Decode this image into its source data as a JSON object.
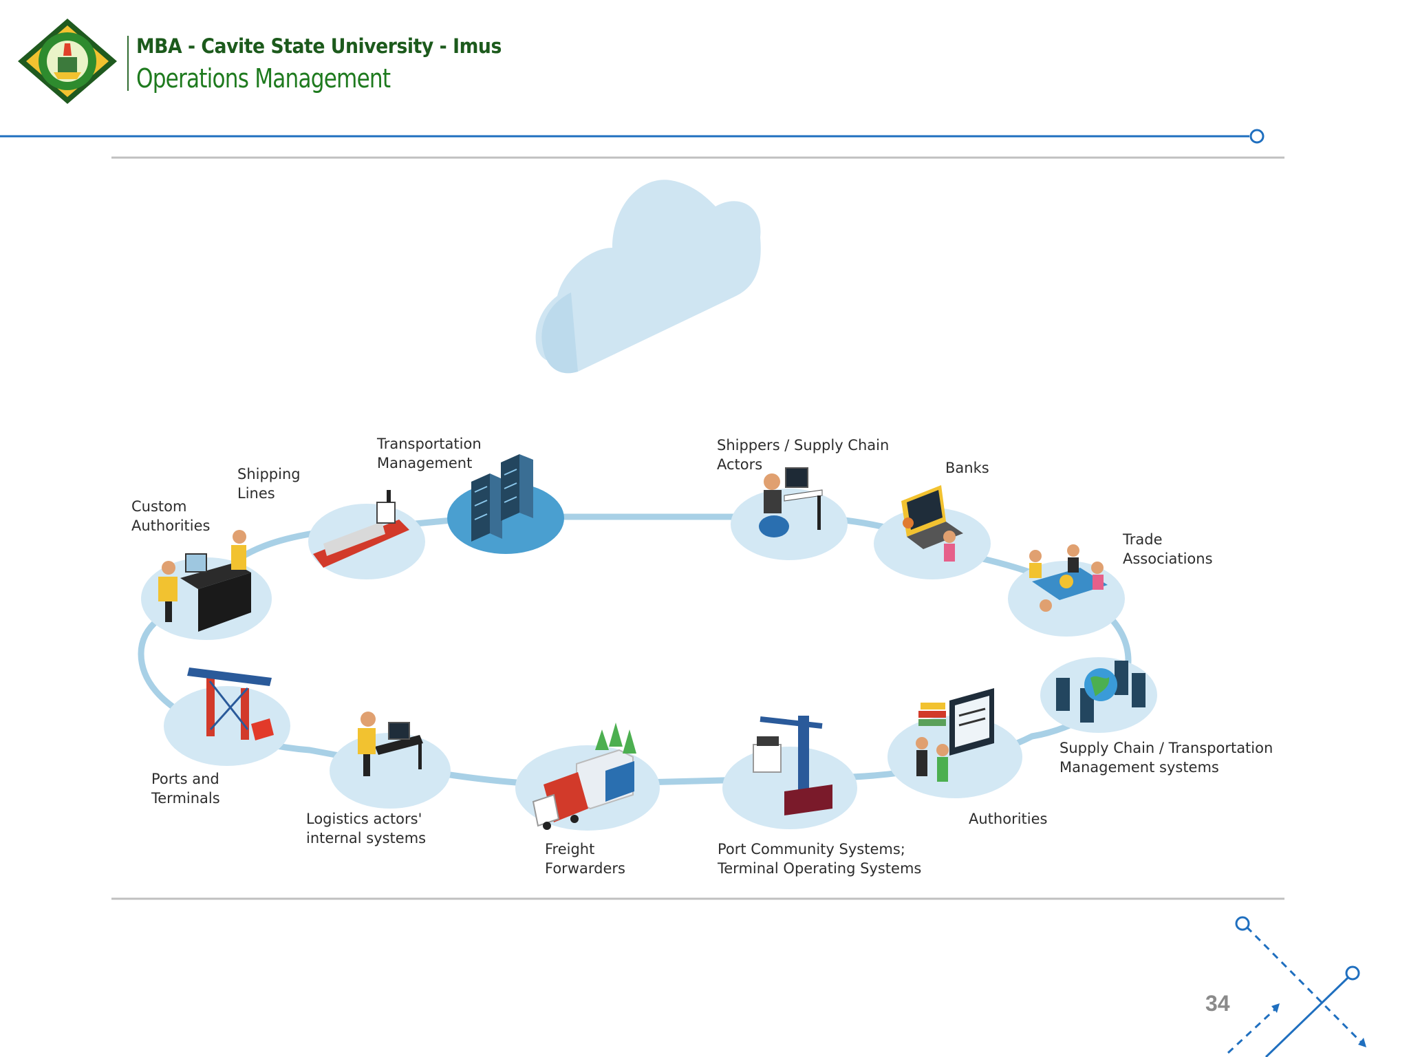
{
  "header": {
    "institution": "MBA - Cavite State University - Imus",
    "course": "Operations Management"
  },
  "nodes": [
    {
      "key": "custom",
      "label": "Custom\nAuthorities",
      "icon": "customs-desk-icon"
    },
    {
      "key": "shipping",
      "label": "Shipping\nLines",
      "icon": "cargo-ship-icon"
    },
    {
      "key": "tms",
      "label": "Transportation\nManagement",
      "icon": "server-towers-icon"
    },
    {
      "key": "shippers",
      "label": "Shippers / Supply Chain\nActors",
      "icon": "workstation-person-icon"
    },
    {
      "key": "banks",
      "label": "Banks",
      "icon": "laptop-finance-icon"
    },
    {
      "key": "trade",
      "label": "Trade\nAssociations",
      "icon": "meeting-table-icon"
    },
    {
      "key": "scm",
      "label": "Supply Chain / Transportation\nManagement systems",
      "icon": "globe-servers-icon"
    },
    {
      "key": "authorities",
      "label": "Authorities",
      "icon": "documents-monitor-icon"
    },
    {
      "key": "pcs",
      "label": "Port Community Systems;\nTerminal Operating Systems",
      "icon": "port-crane-icon"
    },
    {
      "key": "freight",
      "label": "Freight\nForwarders",
      "icon": "truck-warehouse-icon"
    },
    {
      "key": "logistics",
      "label": "Logistics actors'\ninternal systems",
      "icon": "office-worker-icon"
    },
    {
      "key": "ports",
      "label": "Ports and\nTerminals",
      "icon": "gantry-crane-icon"
    }
  ],
  "cloud_icon": "cloud-icon",
  "logo_icon": "university-seal-icon",
  "page_number": "34",
  "colors": {
    "ring": "#a8d0e6",
    "disc": "#d3e8f4",
    "disc_dark": "#4a9fd0",
    "cloud": "#cfe5f2",
    "header_line": "#1f6fbf",
    "brand_green": "#1c5a1c"
  }
}
